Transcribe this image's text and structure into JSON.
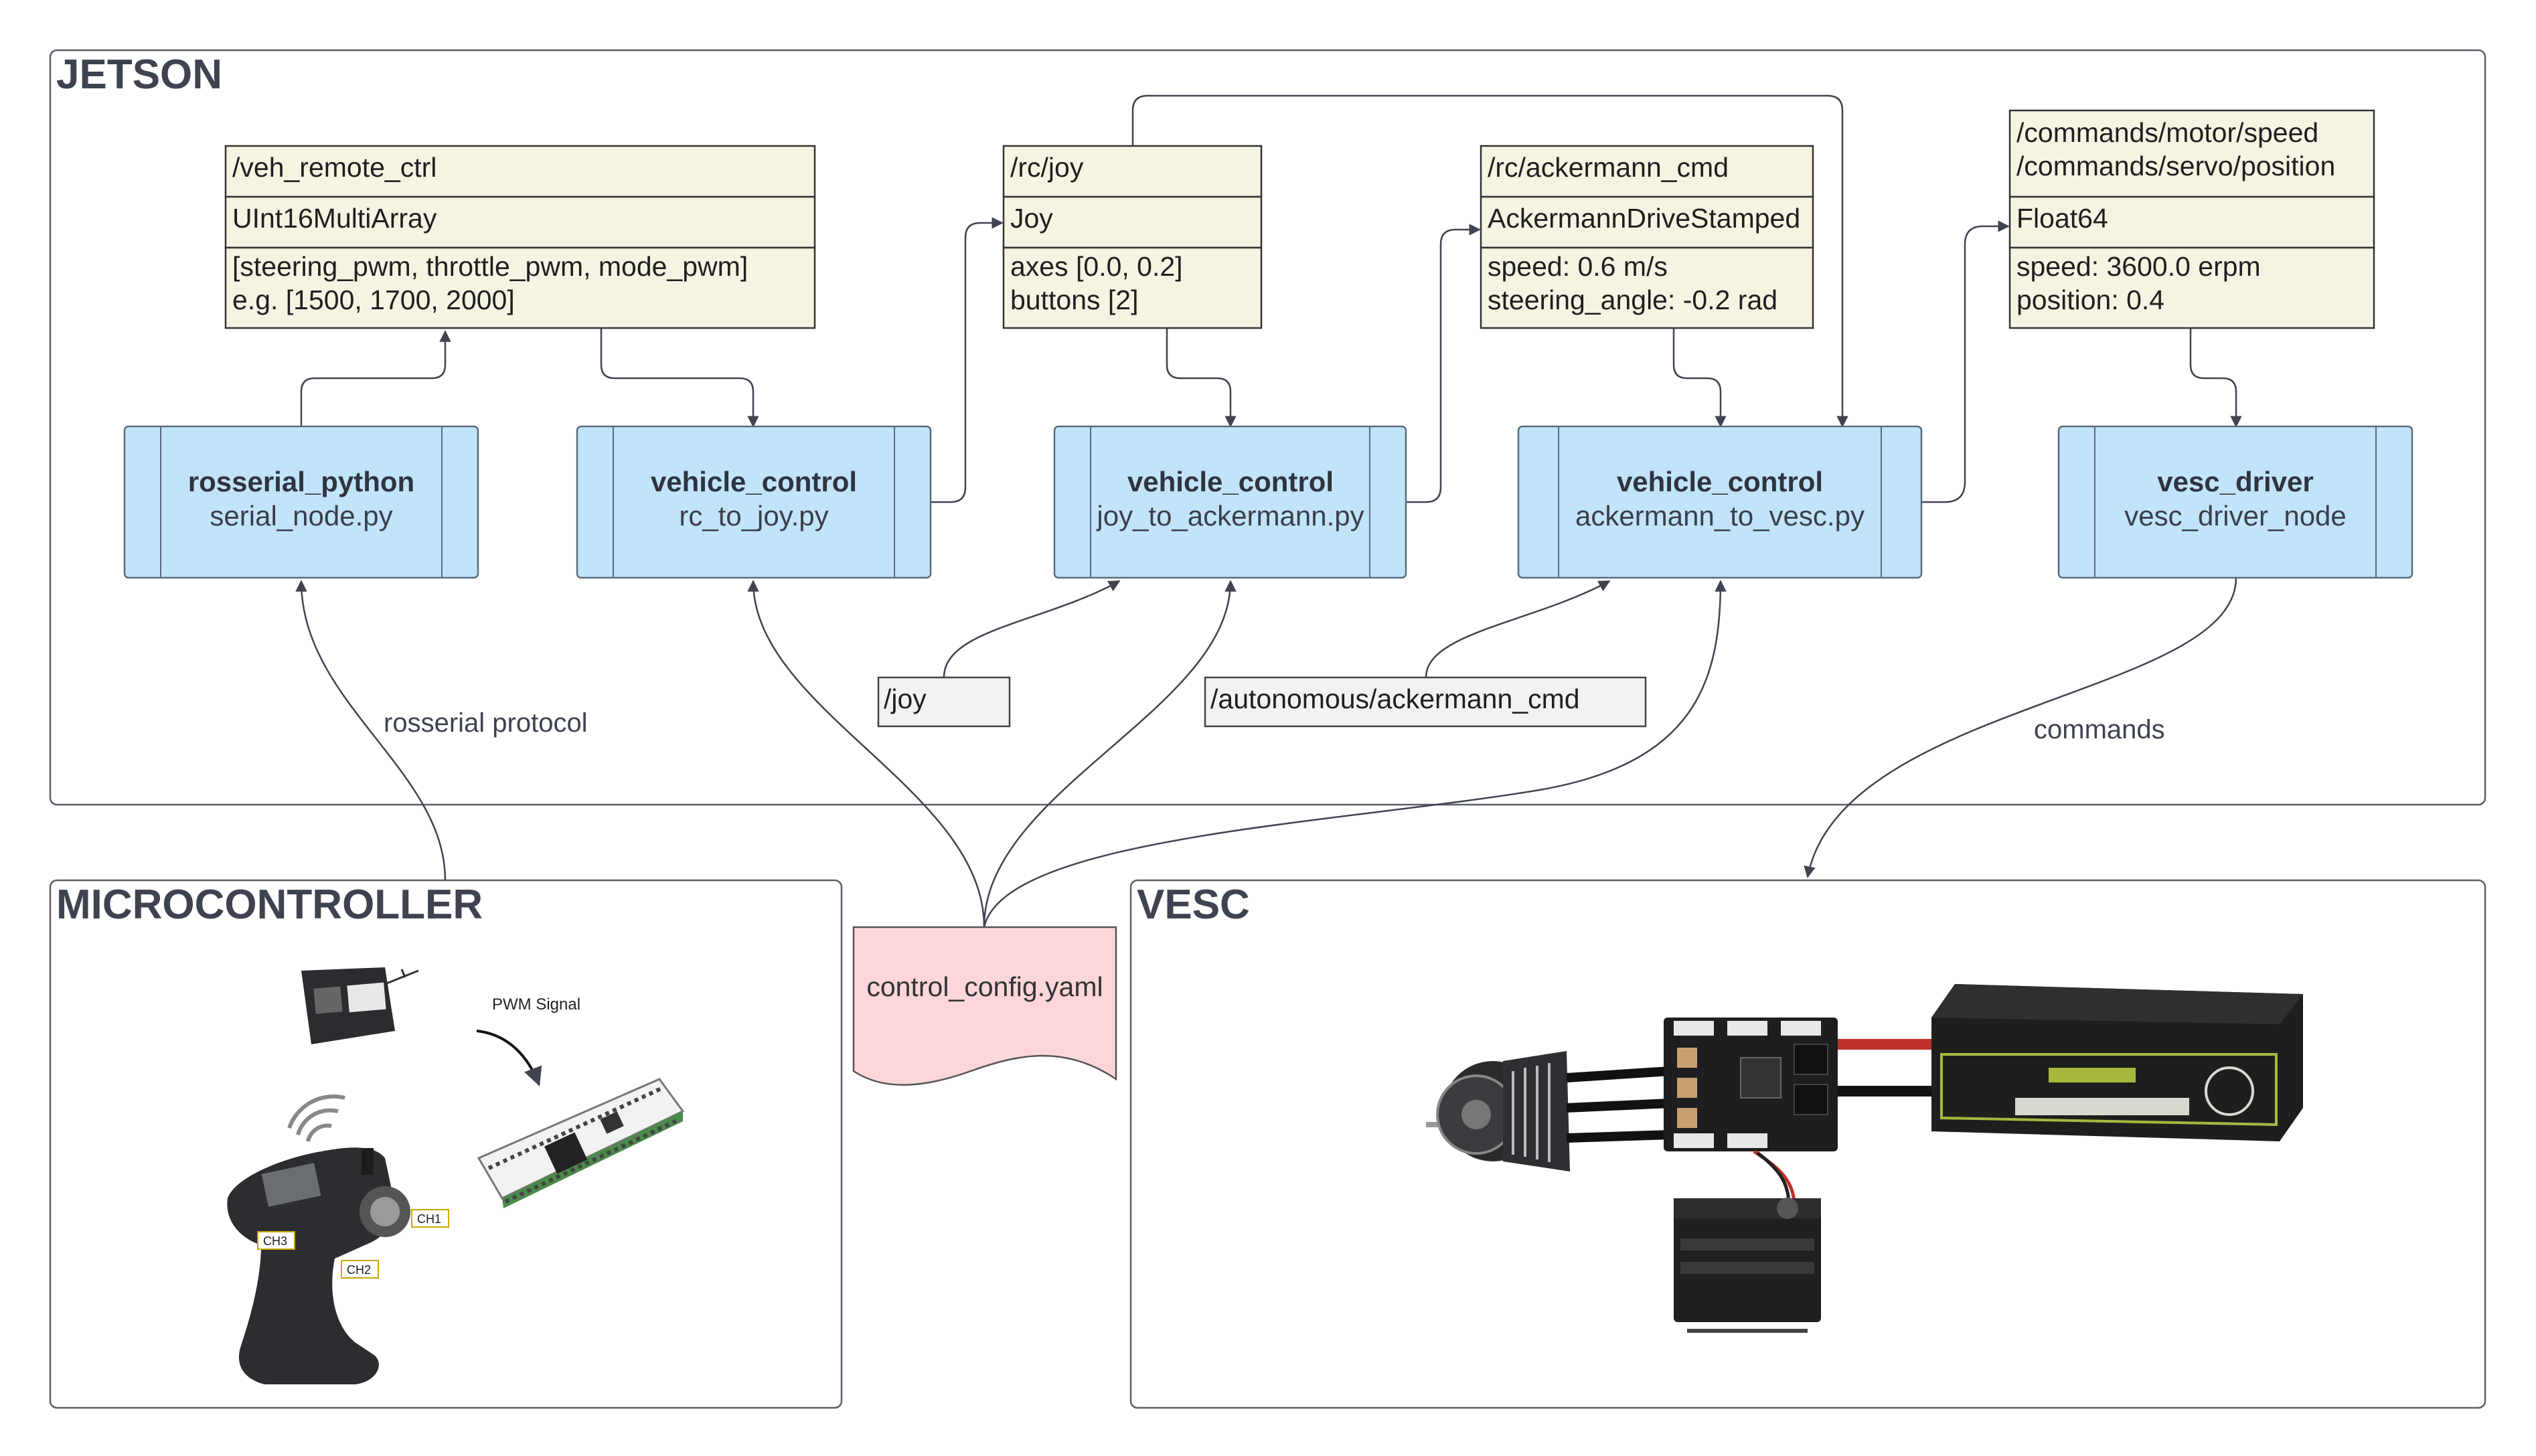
{
  "regions": {
    "jetson": "JETSON",
    "microcontroller": "MICROCONTROLLER",
    "vesc": "VESC"
  },
  "messages": {
    "veh_remote_ctrl": {
      "topic": "/veh_remote_ctrl",
      "type": "UInt16MultiArray",
      "line1": "[steering_pwm, throttle_pwm, mode_pwm]",
      "line2": "e.g. [1500, 1700, 2000]"
    },
    "rc_joy": {
      "topic": "/rc/joy",
      "type": "Joy",
      "line1": "axes [0.0, 0.2]",
      "line2": "buttons [2]"
    },
    "rc_ackermann_cmd": {
      "topic": "/rc/ackermann_cmd",
      "type": "AckermannDriveStamped",
      "line1": "speed: 0.6 m/s",
      "line2": "steering_angle: -0.2 rad"
    },
    "commands": {
      "topic1": "/commands/motor/speed",
      "topic2": "/commands/servo/position",
      "type": "Float64",
      "line1": "speed: 3600.0 erpm",
      "line2": "position: 0.4"
    }
  },
  "nodes": {
    "rosserial": {
      "pkg": "rosserial_python",
      "file": "serial_node.py"
    },
    "rc_to_joy": {
      "pkg": "vehicle_control",
      "file": "rc_to_joy.py"
    },
    "joy_to_ackermann": {
      "pkg": "vehicle_control",
      "file": "joy_to_ackermann.py"
    },
    "ackermann_to_vesc": {
      "pkg": "vehicle_control",
      "file": "ackermann_to_vesc.py"
    },
    "vesc_driver": {
      "pkg": "vesc_driver",
      "file": "vesc_driver_node"
    }
  },
  "topics": {
    "joy": "/joy",
    "autonomous": "/autonomous/ackermann_cmd"
  },
  "edge_labels": {
    "rosserial_protocol": "rosserial protocol",
    "commands": "commands"
  },
  "config_file": "control_config.yaml",
  "illustration": {
    "pwm_signal": "PWM Signal",
    "ch1": "CH1",
    "ch2": "CH2",
    "ch3": "CH3"
  }
}
